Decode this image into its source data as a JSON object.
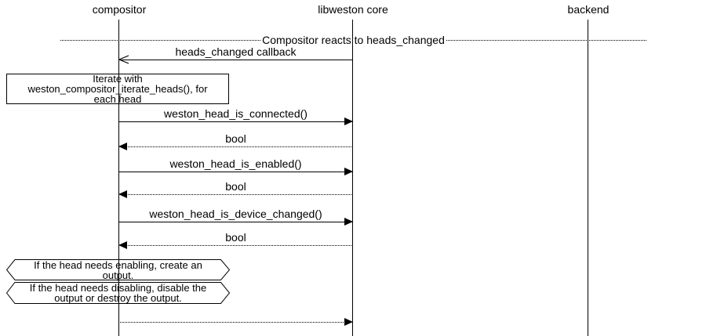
{
  "diagram": {
    "participants": [
      {
        "name": "compositor"
      },
      {
        "name": "libweston core"
      },
      {
        "name": "backend"
      }
    ],
    "divider": {
      "label": "Compositor reacts to heads_changed"
    },
    "note": {
      "text": "Iterate with weston_compositor_iterate_heads(), for each head",
      "lines": [
        "Iterate with",
        "weston_compositor_iterate_heads(), for",
        "each head"
      ]
    },
    "messages": [
      {
        "label": "heads_changed callback",
        "from": "libweston core",
        "to": "compositor",
        "line": "solid",
        "arrowhead": "open"
      },
      {
        "label": "weston_head_is_connected()",
        "from": "compositor",
        "to": "libweston core",
        "line": "solid",
        "arrowhead": "filled"
      },
      {
        "label": "bool",
        "from": "libweston core",
        "to": "compositor",
        "line": "dotted",
        "arrowhead": "filled"
      },
      {
        "label": "weston_head_is_enabled()",
        "from": "compositor",
        "to": "libweston core",
        "line": "solid",
        "arrowhead": "filled"
      },
      {
        "label": "bool",
        "from": "libweston core",
        "to": "compositor",
        "line": "dotted",
        "arrowhead": "filled"
      },
      {
        "label": "weston_head_is_device_changed()",
        "from": "compositor",
        "to": "libweston core",
        "line": "solid",
        "arrowhead": "filled"
      },
      {
        "label": "bool",
        "from": "libweston core",
        "to": "compositor",
        "line": "dotted",
        "arrowhead": "filled"
      },
      {
        "label": "",
        "from": "compositor",
        "to": "libweston core",
        "line": "dotted",
        "arrowhead": "filled"
      }
    ],
    "conditions": [
      {
        "text": "If the head needs enabling, create an output.",
        "lines": [
          "If the head needs enabling, create an",
          "output."
        ]
      },
      {
        "text": "If the head needs disabling, disable the output or destroy the output.",
        "lines": [
          "If the head needs disabling, disable the",
          "output or destroy the output."
        ]
      }
    ],
    "colors": {
      "line": "#000000",
      "background": "#ffffff"
    }
  }
}
